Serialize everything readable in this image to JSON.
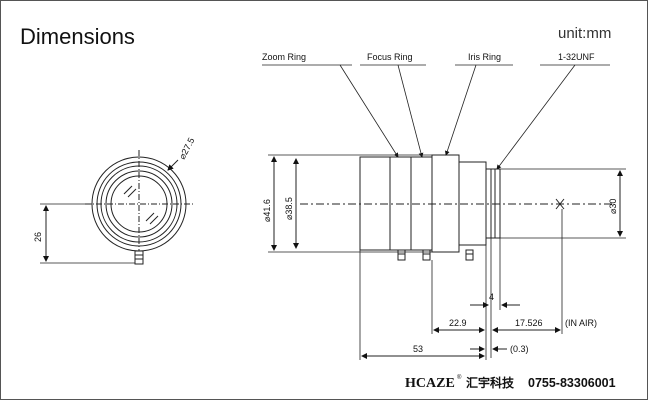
{
  "header": {
    "title": "Dimensions",
    "unit": "unit:mm"
  },
  "front_view": {
    "dia_label": "⌀27.5",
    "height_label": "26"
  },
  "side_view": {
    "callouts": {
      "zoom": "Zoom Ring",
      "focus": "Focus Ring",
      "iris": "Iris Ring",
      "thread": "1-32UNF"
    },
    "dims": {
      "d41": "⌀41.6",
      "d38": "⌀38.5",
      "d30": "⌀30",
      "l4": "4",
      "l229": "22.9",
      "l17": "17.526",
      "in_air": "(IN AIR)",
      "l53": "53",
      "l03": "(0.3)"
    }
  },
  "footer": {
    "brand": "HCAZE",
    "reg": "®",
    "company": "汇宇科技",
    "phone": "0755-83306001"
  }
}
